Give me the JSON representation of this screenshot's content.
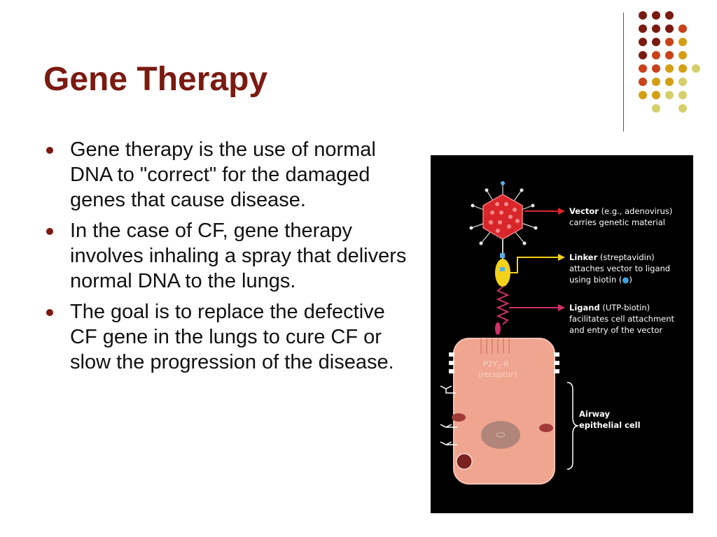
{
  "slide": {
    "title": "Gene Therapy",
    "bullets": [
      "Gene therapy is the use of normal DNA to \"correct\" for the damaged genes that cause disease.",
      "In the case of CF, gene therapy involves inhaling a spray that delivers normal DNA to the lungs.",
      "The goal is to replace the defective CF gene in the lungs to cure CF or slow the progression of the disease."
    ]
  },
  "theme": {
    "title_color": "#7a1a10",
    "dot_colors": [
      "#7a1a10",
      "#c8421a",
      "#d39e14",
      "#d4cf6a"
    ]
  },
  "figure": {
    "vector": {
      "bold": "Vector",
      "rest": " (e.g., adenovirus)",
      "line2": "carries genetic material"
    },
    "linker": {
      "bold": "Linker",
      "rest": " (streptavidin)",
      "line2": "attaches vector to ligand",
      "line3": "using biotin (",
      "line3_end": ")"
    },
    "ligand": {
      "bold": "Ligand",
      "rest": " (UTP-biotin)",
      "line2": "facilitates cell attachment",
      "line3": "and entry of the vector"
    },
    "receptor": {
      "line1": "P2Y",
      "sub": "2",
      "line1_end": "-R",
      "line2": "(receptor)"
    },
    "cell": {
      "line1": "Airway",
      "line2": "epithelial cell"
    }
  }
}
